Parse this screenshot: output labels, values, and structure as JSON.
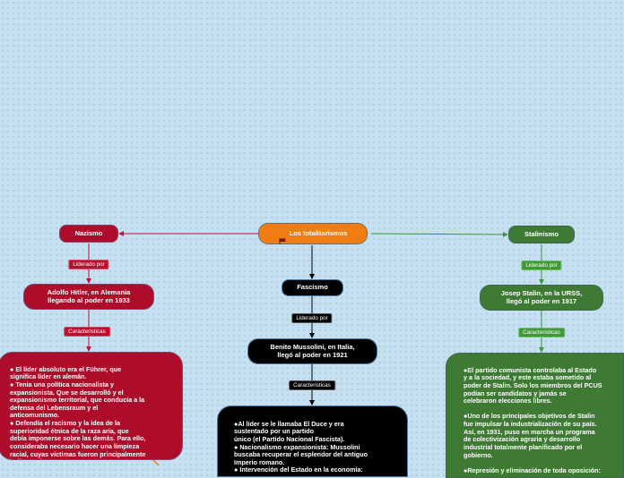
{
  "central": {
    "label": "Los totalitarismos",
    "icon": "flag-icon"
  },
  "nazismo": {
    "label": "Nazismo",
    "link_leader": "Liderado por",
    "leader": "Adolfo Hitler, en Alemania\nllegando al poder en 1933",
    "link_traits": "Caracteristicas",
    "traits": "● El líder absoluto era el Führer, que\nsignifica  líder en alemán.\n● Tenia una política nacionalista y\nexpansionista. Que se desarrolló y el\nexpansionismo territorial, que conducía a la\ndefensa del Lebensraum y el\nanticomunismo.\n● Defendía el racismo y la idea de la\nsuperioridad étnica de la raza aria, que\ndebía imponerse sobre las demás. Para ello,\nconsideraba necesario hacer una limpieza\nracial, cuyas víctimas fueron principalmente\njudíos y gitanos."
  },
  "fascismo": {
    "label": "Fascismo",
    "link_leader": "Liderado por",
    "leader": "Benito Mussolini, en Italia,\nllegó al poder en 1921",
    "link_traits": "Caracteristicas",
    "traits": "●Al líder se le llamaba El Duce y era\nsustentado por un partido\n único (el Partido Nacional Fascista).\n● Nacionalismo expansionista: Mussolini\nbuscaba recuperar el esplendor del antiguo\nImperio romano.\n● Intervención del Estado en la economía:"
  },
  "stalinismo": {
    "label": "Stalinismo",
    "link_leader": "Liderado por",
    "leader": "Josep Stalin, en la URSS,\nllegó al poder en 1917",
    "link_traits": "Caracteristicas",
    "traits": "●El partido comunista controlaba al Estado\ny a la sociedad, y este estaba sometido al\npoder de Stalin. Solo los miembros del PCUS\npodían ser candidatos y jamás se\ncelebraron elecciones libres.\n\n●Uno de los principales objetivos de Stalin\nfue impulsar la industrialización de su país.\nAsí, en 1931, puso en marcha un programa\nde colectivización agraria y desarrollo\nindustrial totalmente planificado por el\ngobierno.\n\n●Represión y eliminación de toda oposición:"
  },
  "colors": {
    "nazismo": "#ad0d2a",
    "fascismo": "#000000",
    "stalinismo": "#3f7a35",
    "central": "#f07d12"
  }
}
